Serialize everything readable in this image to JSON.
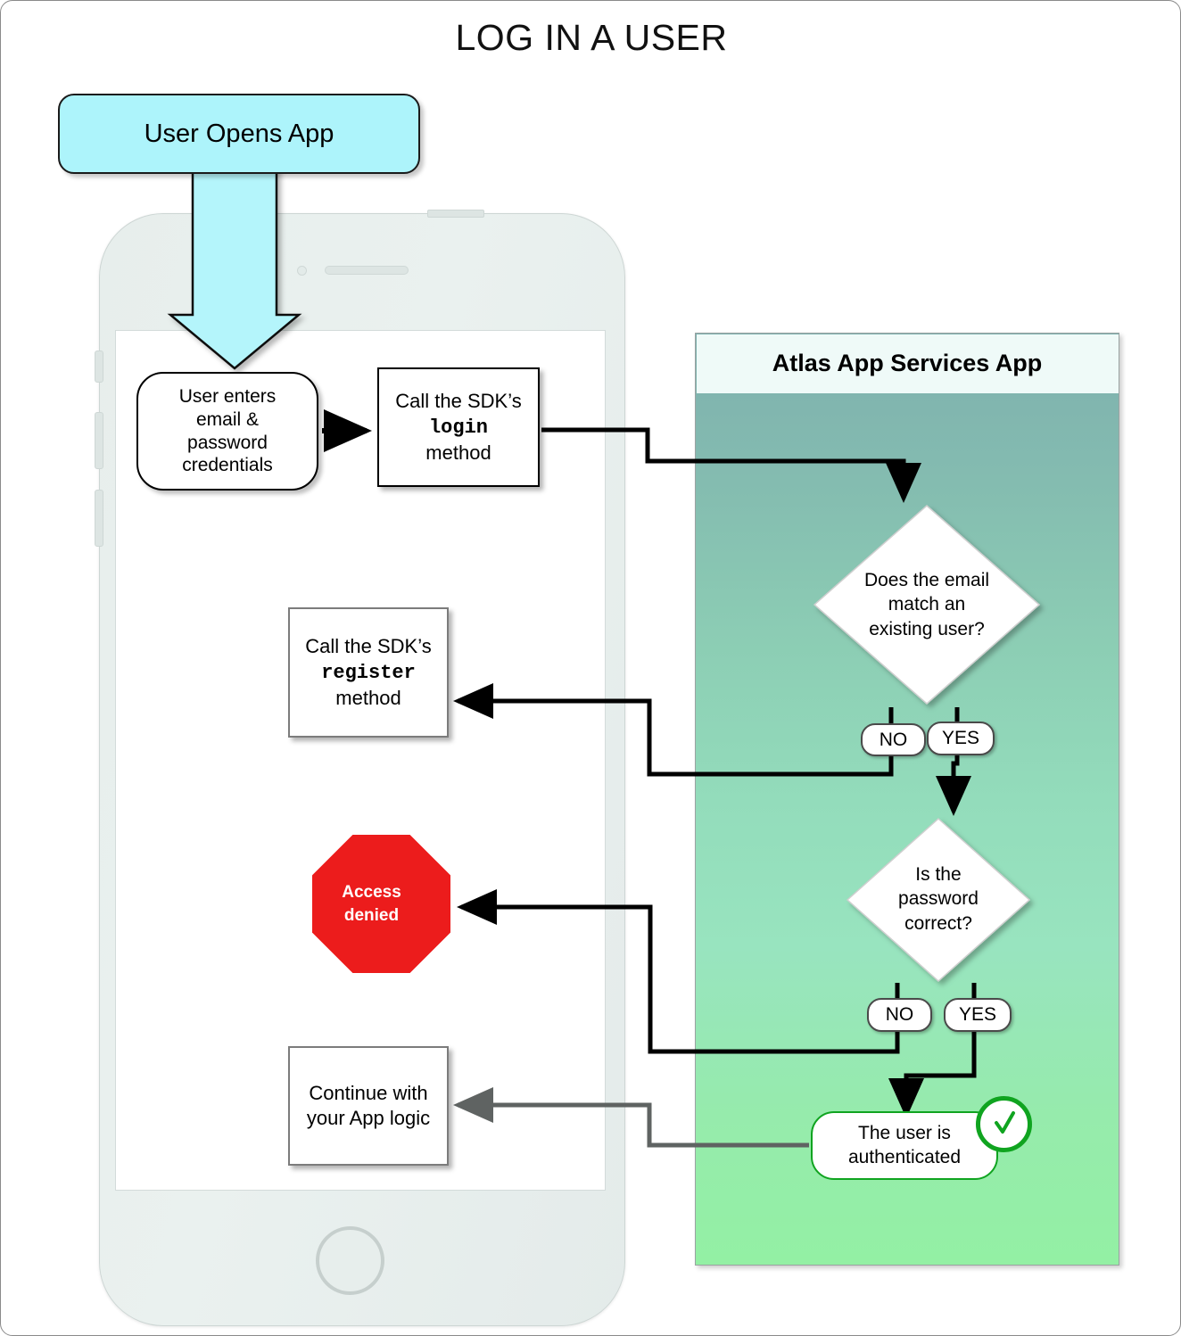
{
  "diagram": {
    "title": "LOG IN A USER",
    "start": {
      "label": "User Opens App"
    },
    "phone": {
      "speaker": "phone-speaker",
      "camera": "phone-camera",
      "home_button": "phone-home-button"
    },
    "atlas_panel": {
      "header": "Atlas App Services App"
    },
    "nodes": {
      "credentials": {
        "line1": "User enters",
        "line2": "email &",
        "line3": "password",
        "line4": "credentials"
      },
      "login": {
        "line1": "Call the SDK’s",
        "code": "login",
        "line3": "method"
      },
      "register": {
        "line1": "Call the SDK’s",
        "code": "register",
        "line3": "method"
      },
      "continue": {
        "line1": "Continue with",
        "line2": "your App logic"
      },
      "denied": {
        "line1": "Access",
        "line2": "denied"
      },
      "authenticated": {
        "line1": "The user is",
        "line2": "authenticated"
      }
    },
    "decisions": {
      "email_match": {
        "line1": "Does the email",
        "line2": "match an",
        "line3": "existing user?",
        "no_label": "NO",
        "yes_label": "YES"
      },
      "password_correct": {
        "line1": "Is the",
        "line2": "password",
        "line3": "correct?",
        "no_label": "NO",
        "yes_label": "YES"
      }
    },
    "icons": {
      "check": "green-check-circle-icon",
      "stop": "stop-octagon-icon",
      "start_arrow": "cyan-down-arrow-icon"
    },
    "colors": {
      "start_fill": "#adf4fb",
      "panel_top": "#7eb0ae",
      "panel_bottom": "#93f0a4",
      "panel_header": "#effaf8",
      "denied_fill": "#ec1c1c",
      "authenticated_border": "#10a420",
      "phone_body": "#e7eeec",
      "gray_flow": "#5f6362"
    }
  }
}
